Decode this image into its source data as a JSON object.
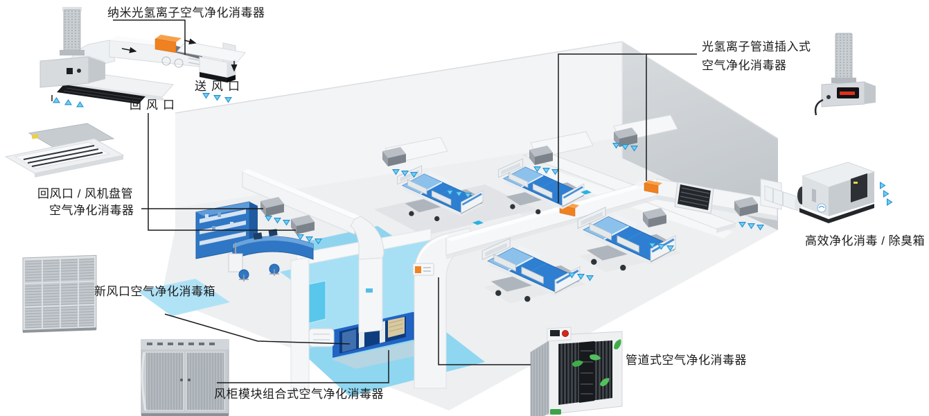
{
  "diagram": {
    "labels": {
      "nano_purifier": "纳米光氢离子空气净化消毒器",
      "supply_outlet": "送风口",
      "return_outlet": "回风口",
      "fan_coil_line1": "回风口 / 风机盘管",
      "fan_coil_line2": "空气净化消毒器",
      "fresh_air_box": "新风口空气净化消毒箱",
      "ahu_modular": "风柜模块组合式空气净化消毒器",
      "duct_type": "管道式空气净化消毒器",
      "pipe_insert_line1": "光氢离子管道插入式",
      "pipe_insert_line2": "空气净化消毒器",
      "hepa_deodorize": "高效净化消毒 / 除臭箱"
    },
    "colors": {
      "label_text": "#1b1b1b",
      "leader_line": "#1a1a1a",
      "accent_orange": "#ef8120",
      "airflow_blue": "#1f93d2",
      "ahu_blue": "#2264c4",
      "floor_cyan": "#9edcf4",
      "wall_gray": "#cfd3d6",
      "bed_blue": "#2e7fd1",
      "leaf_green": "#3fae49"
    }
  }
}
